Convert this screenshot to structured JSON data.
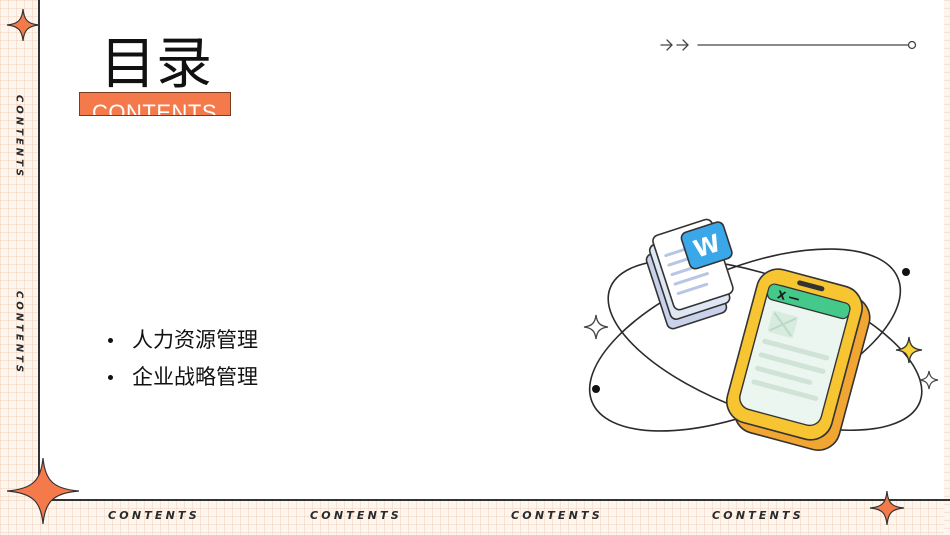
{
  "slide": {
    "title": "目录",
    "subtitle": "CONTENTS",
    "items": [
      "人力资源管理",
      "企业战略管理"
    ]
  },
  "decor": {
    "side_words": [
      "CONTENTS",
      "CONTENTS"
    ],
    "bottom_words": [
      "CONTENTS",
      "CONTENTS",
      "CONTENTS",
      "CONTENTS"
    ],
    "word_badge_letter": "W",
    "excel_badge_letter": "X"
  },
  "colors": {
    "accent": "#f47a4c",
    "word_blue": "#3aa7e8",
    "phone_yellow": "#f7c531",
    "phone_green": "#44c98a",
    "star_yellow": "#f7d23a",
    "grid_bg": "#fdf6ef"
  },
  "icons": [
    "sparkle-star-icon",
    "double-arrow-icon",
    "word-document-icon",
    "excel-phone-icon"
  ]
}
